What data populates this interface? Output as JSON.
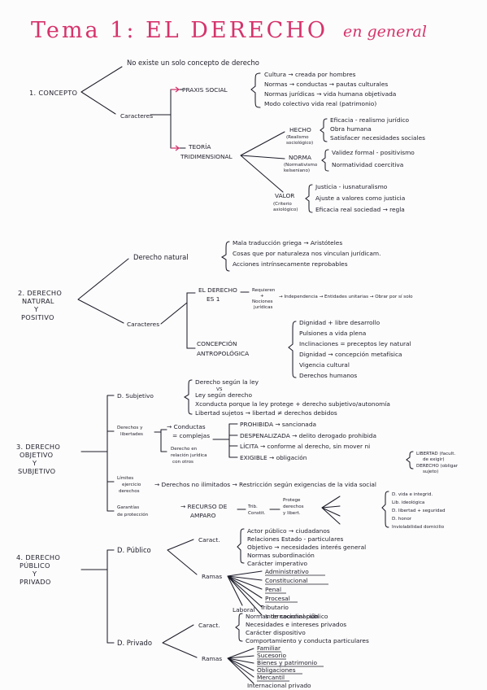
{
  "title": {
    "main": "Tema 1: EL DERECHO",
    "tail": "en general"
  },
  "s1": {
    "name": "1. CONCEPTO",
    "intro": "No existe un solo concepto de derecho",
    "caracteres": "Caracteres",
    "praxis": {
      "label": "PRAXIS SOCIAL",
      "items": [
        "Cultura → creada por hombres",
        "Normas → conductas → pautas culturales",
        "Normas jurídicas → vida humana objetivada",
        "Modo colectivo vida real (patrimonio)"
      ]
    },
    "teoria": {
      "label1": "TEORÍA",
      "label2": "TRIDIMENSIONAL",
      "hecho": {
        "label": "HECHO",
        "note": [
          "(Realismo",
          "sociológico)"
        ],
        "items": [
          "Eficacia - realismo jurídico",
          "Obra humana",
          "Satisfacer necesidades sociales"
        ]
      },
      "norma": {
        "label": "NORMA",
        "note": [
          "(Normativismo",
          "kelseniano)"
        ],
        "items": [
          "Validez formal - positivismo",
          "Normatividad coercitiva"
        ]
      },
      "valor": {
        "label": "VALOR",
        "note": [
          "(Criterio",
          "axiológico)"
        ],
        "items": [
          "Justicia - iusnaturalismo",
          "Ajuste a valores como justicia",
          "Eficacia real sociedad → regla"
        ]
      }
    }
  },
  "s2": {
    "name": [
      "2. DERECHO",
      "NATURAL",
      "Y",
      "POSITIVO"
    ],
    "natural": {
      "label": "Derecho natural",
      "items": [
        "Mala traducción griega → Aristóteles",
        "Cosas que por naturaleza nos vinculan jurídicam.",
        "Acciones intrínsecamente reprobables"
      ]
    },
    "caracteres": "Caracteres",
    "es1": {
      "label1": "EL DERECHO",
      "label2": "ES 1",
      "a": "Requieren",
      "b": "Nociones",
      "c": "jurídicas",
      "plus": "+",
      "indep": "→ Independencia → Entidades unitarias → Obrar por sí solo"
    },
    "antro": {
      "label1": "CONCEPCIÓN",
      "label2": "ANTROPOLÓGICA",
      "items": [
        "Dignidad + libre desarrollo",
        "Pulsiones a vida plena",
        "Inclinaciones = preceptos ley natural",
        "Dignidad → concepción metafísica",
        "Vigencia cultural",
        "Derechos humanos"
      ]
    }
  },
  "s3": {
    "name": [
      "3. DERECHO",
      "OBJETIVO",
      "Y",
      "SUBJETIVO"
    ],
    "subj": {
      "label": "D. Subjetivo",
      "items": [
        "Derecho según la ley",
        "Ley según derecho",
        "Xconducta porque la ley protege + derecho subjetivo/autonomía",
        "Libertad sujetos → libertad ≠ derechos debidos"
      ],
      "vs": "VS"
    },
    "deberes": {
      "label": [
        "Derechos y",
        "libertades"
      ],
      "cond": [
        "→ Conductas",
        "= complejas"
      ],
      "rel": [
        "Derecho en",
        "relación jurídica",
        "con otros"
      ],
      "items": [
        "PROHIBIDA → sancionada",
        "DESPENALIZADA → delito derogado prohibida",
        "LÍCITA → conforme al derecho, sin mover ni",
        "EXIGIBLE → obligación"
      ],
      "lib": [
        "LIBERTAD (facult.",
        "de exigir)"
      ],
      "der": [
        "DERECHO (obligar",
        "sujeto)"
      ]
    },
    "limites": {
      "label": [
        "Límites",
        "ejercicio",
        "derechos"
      ],
      "text": "→ Derechos no ilimitados → Restricción según exigencias de la vida social"
    },
    "garantias": {
      "label": [
        "Garantías",
        "de protección"
      ],
      "recurso": [
        "→ RECURSO DE",
        "AMPARO"
      ],
      "trib": [
        "Trib.",
        "Constit."
      ],
      "protege": [
        "Protege",
        "derechos",
        "y libert."
      ],
      "items": [
        "D. vida e integrid.",
        "Lib. ideológica",
        "D. libertad + seguridad",
        "D. honor",
        "Inviolabilidad domicilio"
      ]
    }
  },
  "s4": {
    "name": [
      "4. DERECHO",
      "PÚBLICO",
      "Y",
      "PRIVADO"
    ],
    "pub": {
      "label": "D. Público",
      "caract": "Caract.",
      "items": [
        "Actor público → ciudadanos",
        "Relaciones Estado - particulares",
        "Objetivo → necesidades interés general",
        "Normas subordinación",
        "Carácter imperativo"
      ],
      "ramas": "Ramas",
      "ramas_items": [
        "Administrativo",
        "Constitucional",
        "Penal",
        "Procesal",
        "Tributario",
        "Internacional público"
      ],
      "laboral": "Laboral"
    },
    "priv": {
      "label": "D. Privado",
      "caract": "Caract.",
      "items": [
        "Normas de coordinación",
        "Necesidades e intereses privados",
        "Carácter dispositivo",
        "Comportamiento y conducta particulares"
      ],
      "ramas": "Ramas",
      "ramas_items": [
        "Familiar",
        "Sucesorio",
        "Bienes y patrimonio",
        "Obligaciones",
        "Mercantil",
        "Internacional privado"
      ]
    }
  },
  "colors": {
    "title": "#d6336c",
    "ink": "#1d1d2a"
  }
}
